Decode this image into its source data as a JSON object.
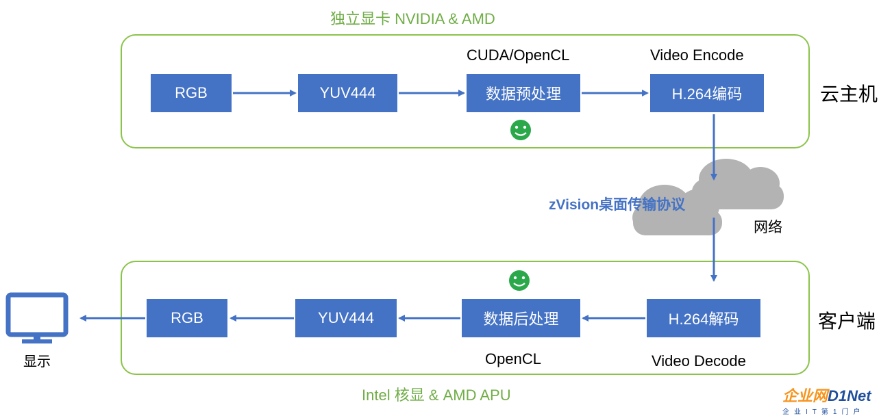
{
  "top_title": "独立显卡 NVIDIA & AMD",
  "bottom_title": "Intel 核显 & AMD APU",
  "server": {
    "label": "云主机",
    "nodes": [
      "RGB",
      "YUV444",
      "数据预处理",
      "H.264编码"
    ],
    "above_labels": {
      "preprocess": "CUDA/OpenCL",
      "encode": "Video Encode"
    }
  },
  "client": {
    "label": "客户端",
    "nodes": [
      "RGB",
      "YUV444",
      "数据后处理",
      "H.264解码"
    ],
    "below_labels": {
      "postprocess": "OpenCL",
      "decode": "Video Decode"
    }
  },
  "network": {
    "protocol": "zVision桌面传输协议",
    "label": "网络"
  },
  "display": {
    "label": "显示",
    "icon": "monitor-icon"
  },
  "icons": {
    "smiley": "smiley-icon"
  },
  "logo": {
    "main_a": "企业网",
    "main_b": "D1Net",
    "sub": "企业IT第1门户"
  },
  "colors": {
    "box": "#4472c4",
    "frame": "#8bc34a",
    "title": "#70ad47",
    "smiley": "#2aa84a",
    "cloud": "#b0b0b0"
  }
}
